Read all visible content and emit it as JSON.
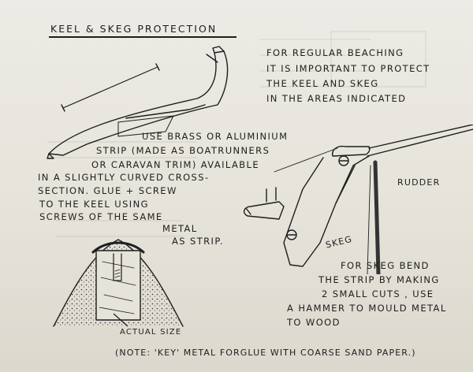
{
  "title": "KEEL & SKEG PROTECTION",
  "intro": {
    "lines": [
      "FOR REGULAR BEACHING",
      "IT IS IMPORTANT TO PROTECT",
      "THE KEEL AND SKEG",
      "IN THE AREAS INDICATED"
    ]
  },
  "instructions": {
    "lines": [
      "USE BRASS OR ALUMINIUM",
      "STRIP (MADE AS BOATRUNNERS",
      "OR CARAVAN TRIM) AVAILABLE",
      "IN A SLIGHTLY CURVED CROSS-",
      "SECTION. GLUE + SCREW",
      "TO THE KEEL USING",
      "SCREWS OF THE SAME",
      "METAL",
      "AS STRIP."
    ]
  },
  "labels": {
    "rudder": "RUDDER",
    "skeg": "SKEG",
    "actual_size": "ACTUAL SIZE"
  },
  "skeg_bend": {
    "lines": [
      "FOR SKEG BEND",
      "THE STRIP BY MAKING",
      "2 SMALL CUTS , USE",
      "A HAMMER TO MOULD METAL",
      "TO WOOD"
    ]
  },
  "note": "(NOTE: 'KEY' METAL FORGLUE WITH COARSE SAND PAPER.)"
}
